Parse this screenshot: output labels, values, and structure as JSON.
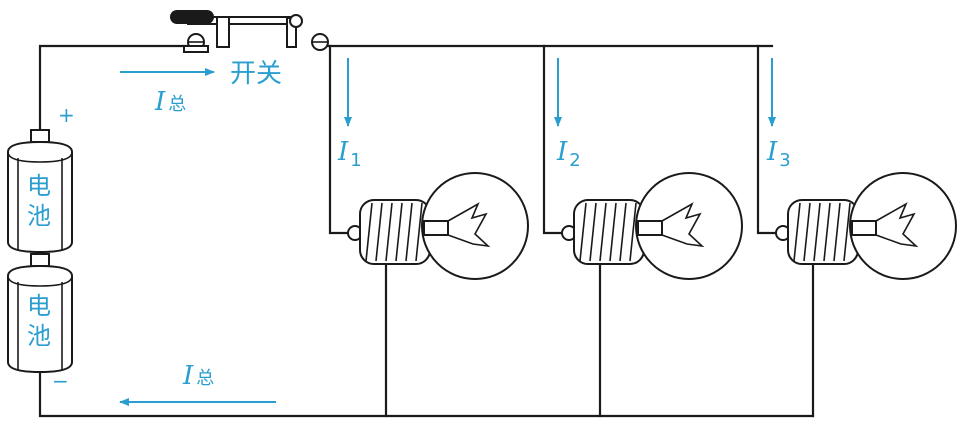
{
  "colors": {
    "wire": "#1a1a1a",
    "label": "#2a9fcf"
  },
  "switch": {
    "label": "开关"
  },
  "total_current": {
    "symbol": "I",
    "subscript": "总"
  },
  "battery": {
    "cells": [
      {
        "label_top": "电",
        "label_bottom": "池"
      },
      {
        "label_top": "电",
        "label_bottom": "池"
      }
    ],
    "plus": "+",
    "minus": "−"
  },
  "branches": [
    {
      "symbol": "I",
      "subscript": "1"
    },
    {
      "symbol": "I",
      "subscript": "2"
    },
    {
      "symbol": "I",
      "subscript": "3"
    }
  ]
}
